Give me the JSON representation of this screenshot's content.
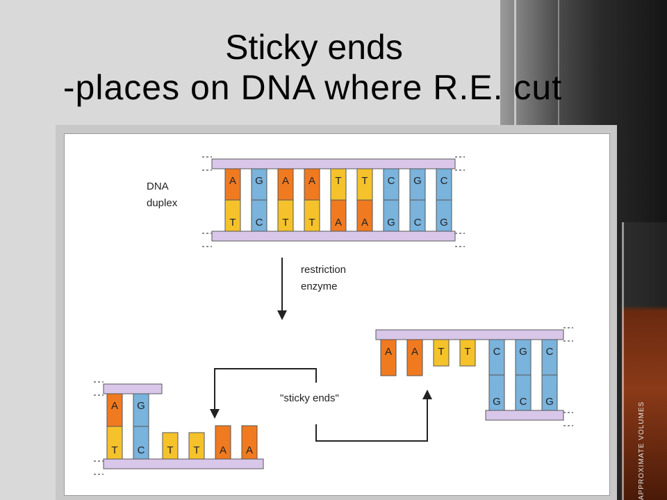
{
  "slide": {
    "title_line1": "Sticky ends",
    "title_line2": "-places on DNA where R.E. cut"
  },
  "diagram": {
    "dna_label_line1": "DNA",
    "dna_label_line2": "duplex",
    "enzyme_label_line1": "restriction",
    "enzyme_label_line2": "enzyme",
    "sticky_label": "\"sticky ends\"",
    "duplex_pairs": [
      {
        "top": "A",
        "bottom": "T"
      },
      {
        "top": "G",
        "bottom": "C"
      },
      {
        "top": "A",
        "bottom": "T"
      },
      {
        "top": "A",
        "bottom": "T"
      },
      {
        "top": "T",
        "bottom": "A"
      },
      {
        "top": "T",
        "bottom": "A"
      },
      {
        "top": "C",
        "bottom": "G"
      },
      {
        "top": "G",
        "bottom": "C"
      },
      {
        "top": "C",
        "bottom": "G"
      }
    ],
    "left_fragment": {
      "paired": [
        {
          "top": "A",
          "bottom": "T"
        },
        {
          "top": "G",
          "bottom": "C"
        }
      ],
      "overhang": [
        "T",
        "T",
        "A",
        "A"
      ]
    },
    "right_fragment": {
      "overhang": [
        "A",
        "A",
        "T",
        "T"
      ],
      "paired": [
        {
          "top": "C",
          "bottom": "G"
        },
        {
          "top": "G",
          "bottom": "C"
        },
        {
          "top": "C",
          "bottom": "G"
        }
      ]
    },
    "colors": {
      "A": "#f07a20",
      "T": "#f5c22b",
      "G": "#7ab3dc",
      "C": "#7ab3dc",
      "backbone": "#d9c7ea",
      "border": "#555555"
    }
  },
  "background": {
    "beaker_text": "APPROXIMATE VOLUMES"
  }
}
